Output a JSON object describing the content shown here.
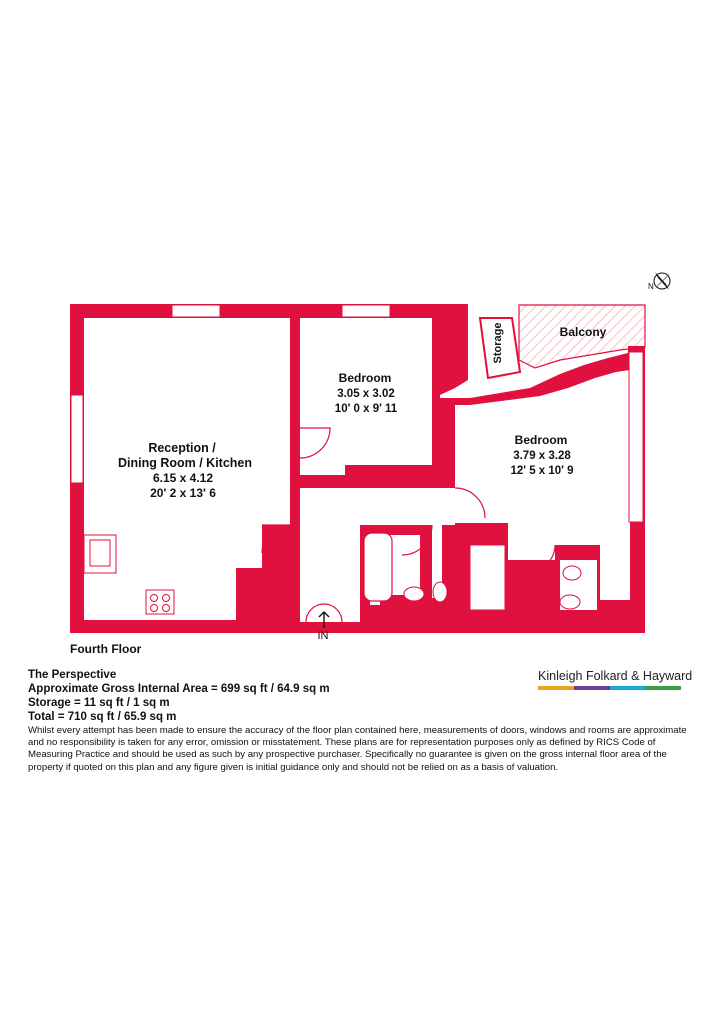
{
  "rooms": {
    "reception": {
      "line1": "Reception /",
      "line2": "Dining Room / Kitchen",
      "metric": "6.15 x 4.12",
      "imperial": "20' 2 x 13' 6"
    },
    "bedroom1": {
      "name": "Bedroom",
      "metric": "3.05 x 3.02",
      "imperial": "10' 0 x 9' 11"
    },
    "bedroom2": {
      "name": "Bedroom",
      "metric": "3.79 x 3.28",
      "imperial": "12' 5 x 10' 9"
    },
    "storage": "Storage",
    "balcony": "Balcony",
    "entrance": "IN"
  },
  "compass": {
    "label": "N"
  },
  "floor_label": "Fourth  Floor",
  "info": {
    "property_name": "The Perspective",
    "gross_area": "Approximate Gross Internal Area = 699 sq ft / 64.9 sq m",
    "storage_area": "Storage = 11 sq ft / 1 sq m",
    "total_area": "Total = 710 sq ft / 65.9 sq m",
    "disclaimer": "Whilst every attempt has been made to ensure the accuracy of the floor plan contained here, measurements of doors, windows and rooms are approximate and no responsibility is taken for any error, omission or misstatement. These plans are for representation purposes only as defined by RICS Code of Measuring Practice and should be used as such by any prospective purchaser. Specifically no guarantee is given on the gross internal floor area of the property if quoted on this plan and any figure given is initial guidance only and should not be relied on as a basis of valuation."
  },
  "brand": {
    "name": "Kinleigh Folkard & Hayward",
    "bar_colors": [
      "#e9a41f",
      "#6b3f98",
      "#1ea6df",
      "#3aa14a"
    ]
  },
  "colors": {
    "wall": "#e0103f",
    "floor": "#efede8",
    "fixture": "#ffffff"
  }
}
